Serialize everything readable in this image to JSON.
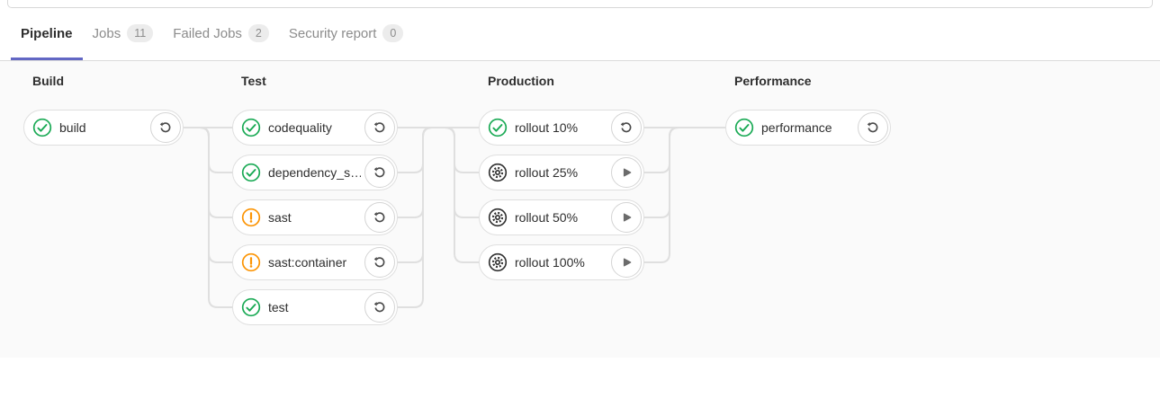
{
  "tabs": [
    {
      "label": "Pipeline",
      "badge": null,
      "active": true
    },
    {
      "label": "Jobs",
      "badge": "11",
      "active": false
    },
    {
      "label": "Failed Jobs",
      "badge": "2",
      "active": false
    },
    {
      "label": "Security report",
      "badge": "0",
      "active": false
    }
  ],
  "stages": [
    {
      "name": "Build",
      "jobs": [
        {
          "label": "build",
          "status": "success",
          "action": "retry"
        }
      ]
    },
    {
      "name": "Test",
      "jobs": [
        {
          "label": "codequality",
          "status": "success",
          "action": "retry"
        },
        {
          "label": "dependency_s…",
          "status": "success",
          "action": "retry"
        },
        {
          "label": "sast",
          "status": "warning",
          "action": "retry"
        },
        {
          "label": "sast:container",
          "status": "warning",
          "action": "retry"
        },
        {
          "label": "test",
          "status": "success",
          "action": "retry"
        }
      ]
    },
    {
      "name": "Production",
      "jobs": [
        {
          "label": "rollout 10%",
          "status": "success",
          "action": "retry"
        },
        {
          "label": "rollout 25%",
          "status": "manual",
          "action": "play"
        },
        {
          "label": "rollout 50%",
          "status": "manual",
          "action": "play"
        },
        {
          "label": "rollout 100%",
          "status": "manual",
          "action": "play"
        }
      ]
    },
    {
      "name": "Performance",
      "jobs": [
        {
          "label": "performance",
          "status": "success",
          "action": "retry"
        }
      ]
    }
  ],
  "colors": {
    "success": "#1aaa55",
    "warning": "#fc9403",
    "manual": "#2e2e2e",
    "accent": "#6267c4",
    "retry_icon": "#4a4a4a",
    "play_icon": "#6b6b6b"
  }
}
